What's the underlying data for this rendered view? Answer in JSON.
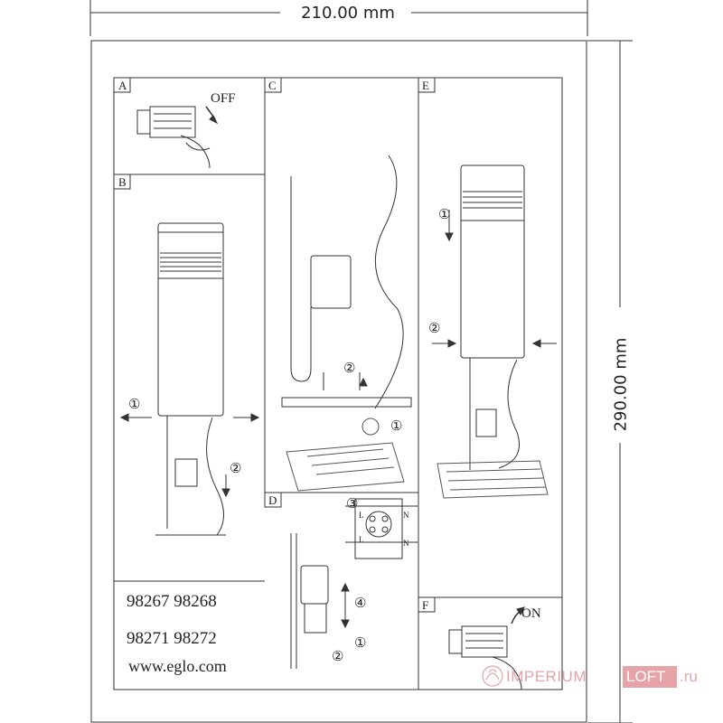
{
  "dimensions": {
    "width": "210.00 mm",
    "height": "290.00 mm"
  },
  "panels": [
    {
      "letter": "A"
    },
    {
      "letter": "B"
    },
    {
      "letter": "C"
    },
    {
      "letter": "D"
    },
    {
      "letter": "E"
    },
    {
      "letter": "F"
    }
  ],
  "switch_labels": {
    "off": "OFF",
    "on": "ON"
  },
  "steps": {
    "s1": "①",
    "s2": "②",
    "s3": "③",
    "s4": "④"
  },
  "terminal_labels": {
    "L": "L",
    "N": "N"
  },
  "product_codes": [
    "98267 98268",
    "98271 98272"
  ],
  "website": "www.eglo.com",
  "watermark": {
    "brand": "IMPERIUM",
    "brand_accent": "LOFT",
    "suffix": ".ru"
  },
  "colors": {
    "line": "#333333",
    "paving": "#555555",
    "watermark": "#e6a3a8"
  }
}
